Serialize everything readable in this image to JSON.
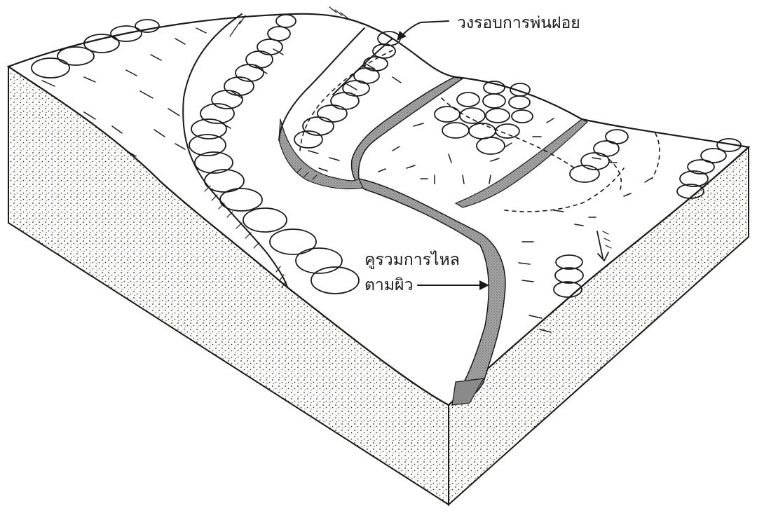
{
  "labels": {
    "sprinkler_circles": "วงรอบการพ่นฝอย",
    "ditch_line1": "คูรวมการไหล",
    "ditch_line2": "ตามผิว"
  },
  "colors": {
    "ink": "#1a1a1a",
    "soil_dots": "#2a2a2a",
    "channel_fill": "#9a9a9a",
    "background": "#ffffff"
  }
}
